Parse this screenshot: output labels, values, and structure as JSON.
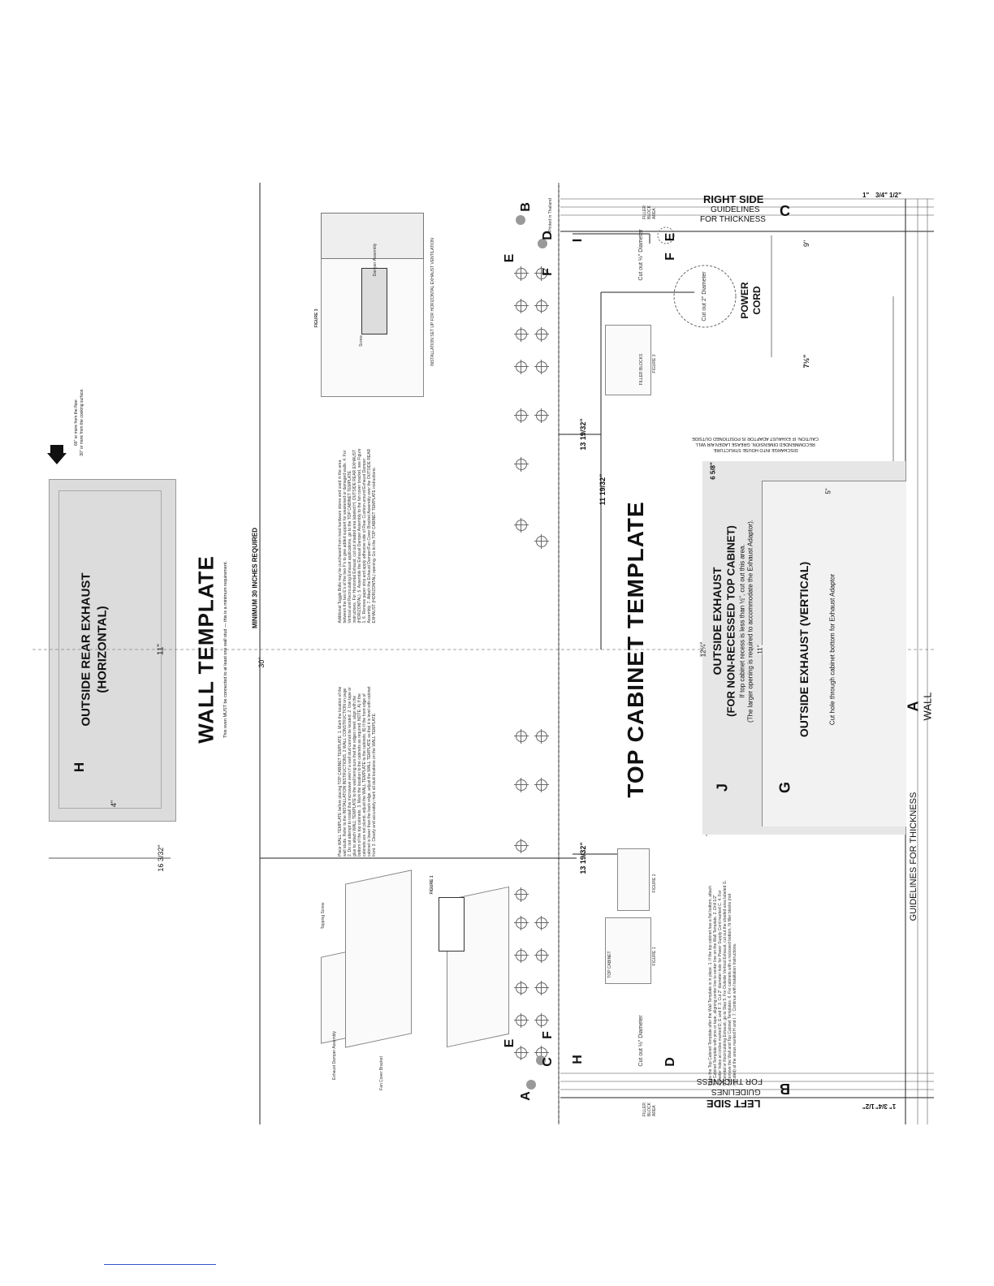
{
  "exhaust_panel": {
    "letter": "H",
    "title_line1": "OUTSIDE REAR EXHAUST",
    "title_line2": "(HORIZONTAL)",
    "dim_width": "11\"",
    "dim_height": "4\"",
    "dim_outer": "16 3/32\""
  },
  "arrow_note": {
    "line1": "66\" or more from the floor.",
    "line2": "30\" or more from the cooking surface."
  },
  "wall_template": {
    "title": "WALL TEMPLATE",
    "subtitle": "This oven MUST be connected to at least one wall stud — this is a minimum requirement.",
    "minimum": "MINIMUM 30 INCHES REQUIRED",
    "dim_30": "30\""
  },
  "top_cabinet": {
    "title": "TOP CABINET TEMPLATE",
    "dim_13a": "13 19/32\"",
    "dim_13b": "13 19/32\"",
    "dim_11": "11 19/32\""
  },
  "caution": {
    "line1": "CAUTION: IF EXHAUST ADAPTOR IS POSITIONED OUTSIDE",
    "line2": "RECOMMENDED DIMENSION, GREASE LADEN AIR WILL",
    "line3": "DISCHARGE INTO HOUSE STRUCTURE."
  },
  "zone_j": {
    "letter": "J",
    "line1": "OUTSIDE EXHAUST",
    "line2": "(FOR NON-RECESSED TOP CABINET)",
    "line3": "If top cabinet recess is less than ½\", cut out this area.",
    "line4": "(The larger opening is required to accommodate the Exhaust Adaptor).",
    "dim_12": "12¼\"",
    "dim_6": "6 5/8\""
  },
  "zone_g": {
    "letter": "G",
    "title": "OUTSIDE EXHAUST (VERTICAL)",
    "note": "Cut hole through cabinet bottom for Exhaust Adaptor",
    "dim_11": "11\"",
    "dim_5": "5\""
  },
  "wall_label": {
    "letter": "A",
    "text": "WALL"
  },
  "guidelines": {
    "bottom": "GUIDELINES FOR THICKNESS",
    "left_line1": "LEFT SIDE",
    "left_line2": "GUIDELINES",
    "left_line3": "FOR THICKNESS",
    "left_letter": "B",
    "right_line1": "RIGHT SIDE",
    "right_line2": "GUIDELINES",
    "right_line3": "FOR THICKNESS",
    "right_letter": "C",
    "dims_right": [
      "1\"",
      "3/4\"",
      "1/2\""
    ],
    "dims_left": [
      "1/2\"",
      "3/4\"",
      "1\""
    ]
  },
  "filler_block": "FILLER BLOCK AREA",
  "power_cord": {
    "line1": "POWER",
    "line2": "CORD",
    "cutout": "Cut out 2\" Diameter",
    "dim_9": "9\"",
    "dim_7": "7½\""
  },
  "cutout_small": "Cut out ½\" Diameter",
  "printed": "Printed in Thailand",
  "figures": {
    "fig1": "FIGURE 1",
    "fig2": "FIGURE 2",
    "fig3": "FIGURE 3",
    "fig3_caption": "INSTALLATION SET UP FOR HORIZONTAL EXHAUST VENTILATION",
    "exhaust_damper": "Exhaust Damper Assembly",
    "fan_cover": "Fan Cover Bracket",
    "tapping_screw": "Tapping Screw",
    "screw": "Screw",
    "damper": "Damper Assembly",
    "top_cabinet": "TOP CABINET",
    "filler_blocks": "FILLER BLOCKS"
  },
  "corner_letters": {
    "a": "A",
    "b": "B",
    "c": "C",
    "d": "D",
    "e": "E",
    "f": "F",
    "h": "H",
    "i": "I"
  },
  "instructions_left": "Place WALL TEMPLATE before placing TOP CABINET TEMPLATE. 1. Mark the location of the wall studs. Refer to the INSTALLATION INSTRUCTIONS, 2 WALL CONSTRUCTION on page 2. Do not attempt to install this microwave oven if a wall stud cannot be located. 2. Use tape or glue to attach WALL TEMPLATE to the wall being sure that the edges meet, align with the bottom of the top cabinets. 3. Mark the location to the cabinets as required. NOTE: A) If the cabinets are not plumb, adjust the WALL TEMPLATE to the cabinets. B) If the front edge of cabinet is lower than the back edge, adjust the WALL TEMPLATE so that it is level with cabinet front. 3. Clearly and accurately mark all stud locations on the WALL TEMPLATE.",
  "instructions_right": "Additional Toggle Bolts may be purchased from most hardware stores and used in the area between the two E's of the two F's to give added support for weakened or damaged walls. 4. For Vertical and Recirculating Exhaust applications, go to the TOP CABINET TEMPLATE instructions. For Horizontal Exhaust, cut out shaded area labeled H, OUTSIDE REAR EXHAUST (HORIZONTAL). 5. Assemble the Exhaust Damper Assembly to the fan cover bracket, see Figure 1. 6. Remove paper strip and apply adhesive side of Rear Cushion around Exhaust Damper Assembly. 7. Attach the Exhaust Damper/Fan Cover Bracket Assembly over the OUTSIDE REAR EXHAUST (HORIZONTAL) opening. Go to the TOP CABINET TEMPLATE instructions.",
  "instructions_cabinet": "Place the Top Cabinet Template after the Wall Template is in place. 1. If the top cabinet has a flat bottom, attach Top Cabinet Template with pins or tape, aligning center line to center line on the Wall Template. 2. Drill 1/2\" diameter holes at circles marked D, E and F. 3. Cut 2\" diameter hole for Power Supply Cord marked C. 4. For Horizontal or Recirculating Exhaust, go to Step 5. For Outside Vertical Exhaust, cut out the shaded area labeled G. 5. Remove the Wall and Top Cabinet Templates. 6. For cabinets with a recessed bottom, fit filler blocks (not included) at the areas marked H and I. 7. Continue with Installation Instructions."
}
